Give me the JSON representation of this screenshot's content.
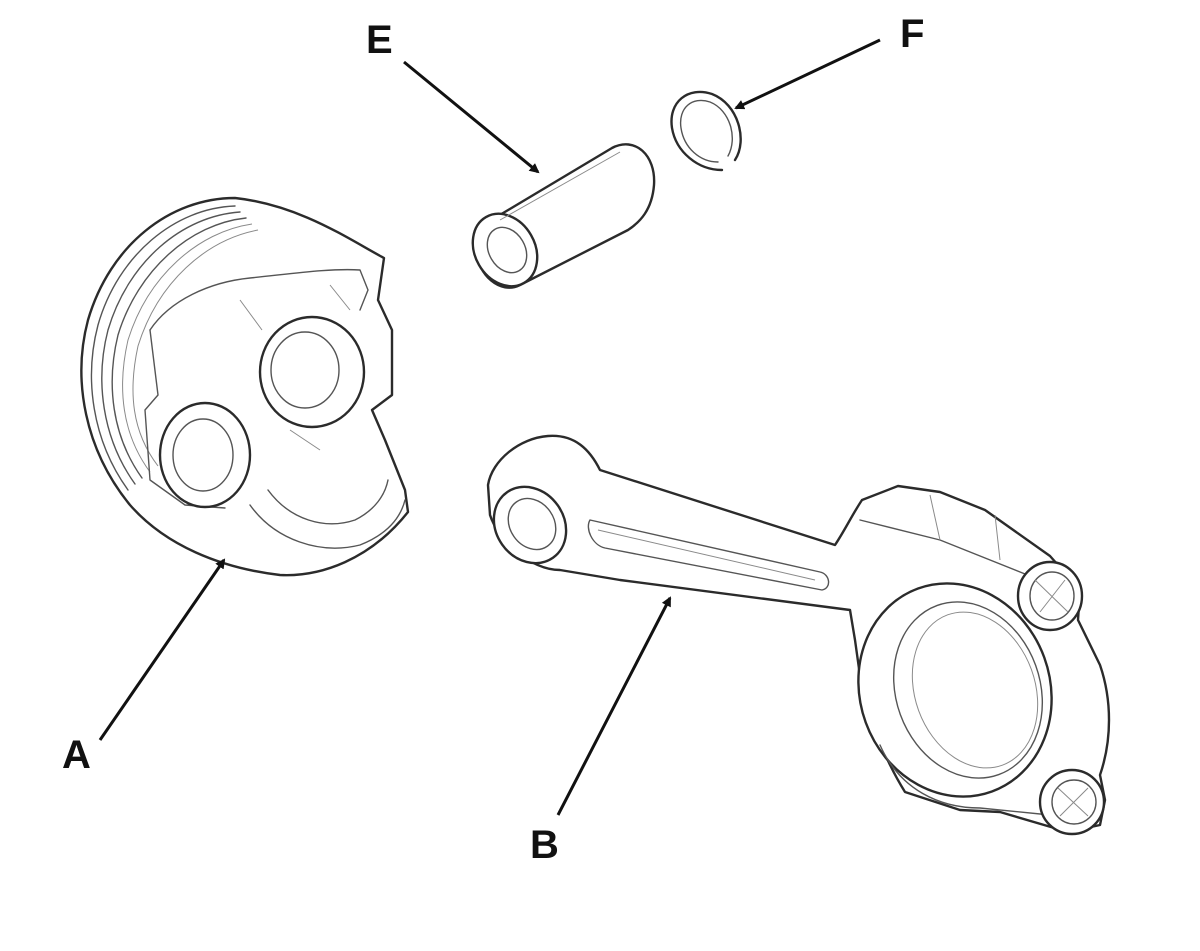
{
  "callouts": {
    "A": "A",
    "B": "B",
    "E": "E",
    "F": "F"
  },
  "parts": [
    {
      "id": "A",
      "icon": "piston-icon"
    },
    {
      "id": "B",
      "icon": "connecting-rod-icon"
    },
    {
      "id": "E",
      "icon": "piston-pin-icon"
    },
    {
      "id": "F",
      "icon": "snap-ring-icon"
    }
  ],
  "colors": {
    "line": "#2b2b2b",
    "label": "#111111",
    "background": "#ffffff"
  }
}
